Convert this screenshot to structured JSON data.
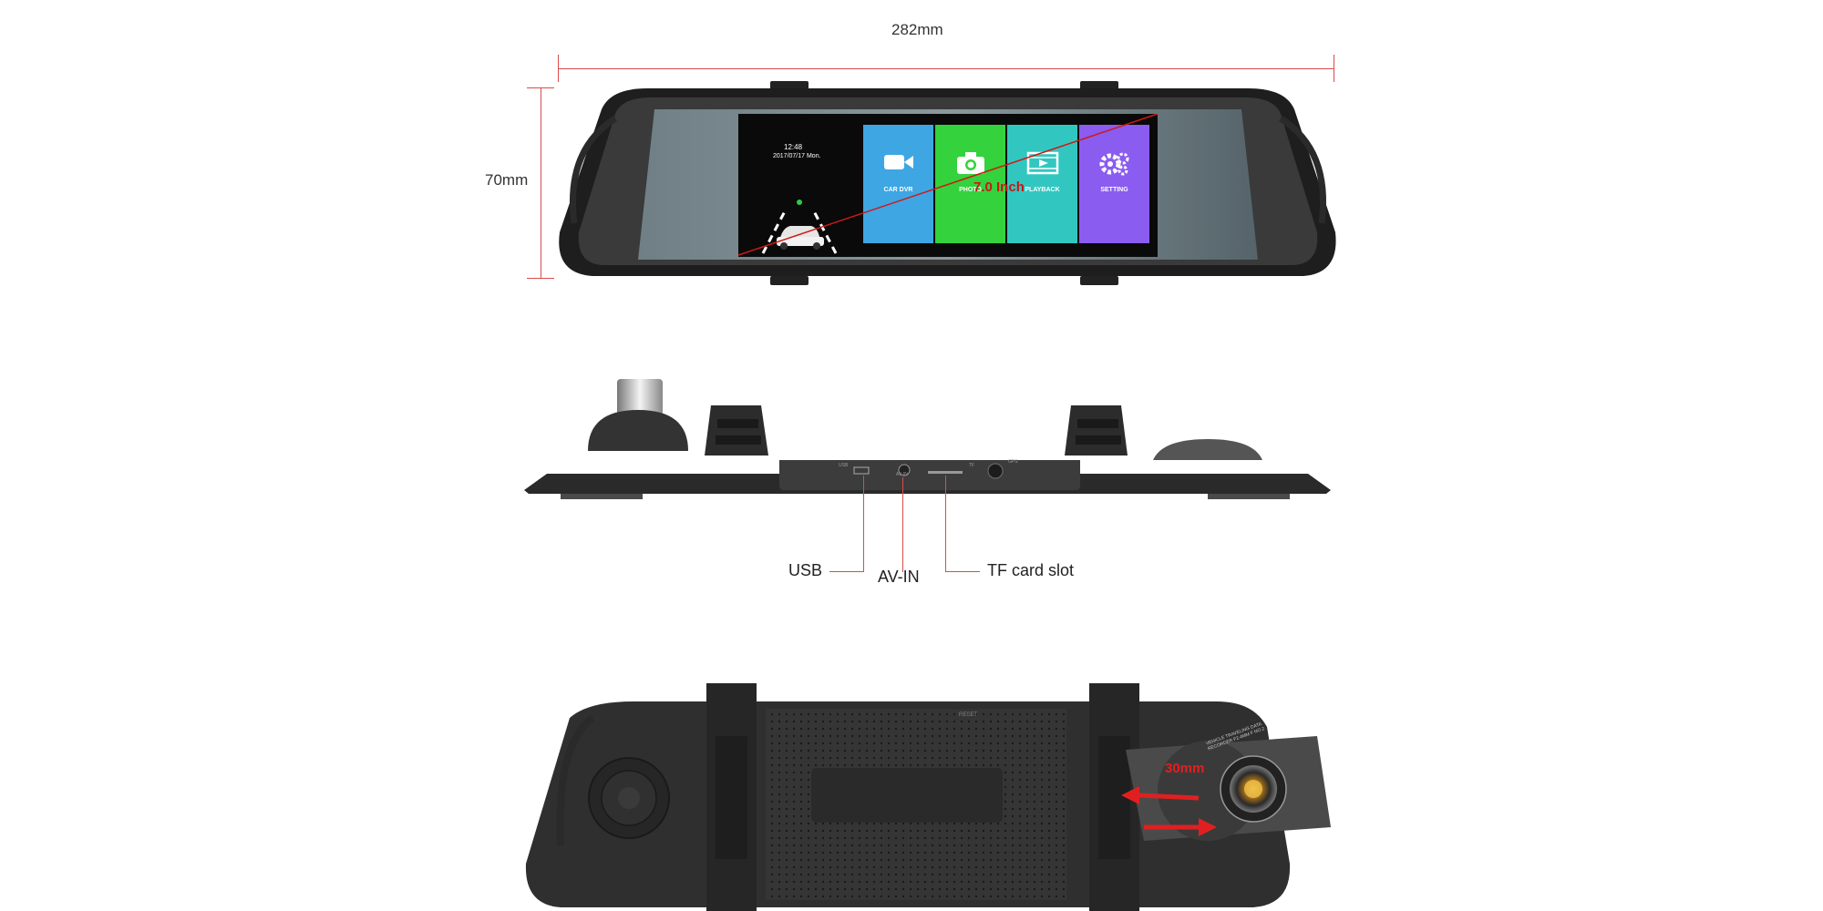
{
  "dimensions": {
    "width_label": "282mm",
    "height_label": "70mm",
    "screen_diagonal_label": "7.0 Inch",
    "lens_label": "30mm"
  },
  "screen": {
    "time": "12:48",
    "date": "2017/07/17 Mon.",
    "tiles": [
      {
        "label": "CAR DVR",
        "color": "#3ea6e3",
        "icon": "video-camera-icon"
      },
      {
        "label": "PHOTO",
        "color": "#34d23c",
        "icon": "camera-icon"
      },
      {
        "label": "PLAYBACK",
        "color": "#31c7c0",
        "icon": "playback-film-icon"
      },
      {
        "label": "SETTING",
        "color": "#8b5cf0",
        "icon": "gear-icon"
      }
    ]
  },
  "side_ports": {
    "usb_small": "USB",
    "tf_small": "TF",
    "gps_small": "GPS",
    "avin_small": "AV-IN"
  },
  "callouts": {
    "usb": "USB",
    "avin": "AV-IN",
    "tf": "TF card slot"
  },
  "back": {
    "reset_label": "RESET",
    "lens_ring_text": "VEHICLE TRAVELING DATA RECORDER   F2.4MM  F NO.2"
  },
  "colors": {
    "dimension_line": "#d94b4b",
    "device_body": "#2b2b2b",
    "arrow": "#e02020"
  }
}
